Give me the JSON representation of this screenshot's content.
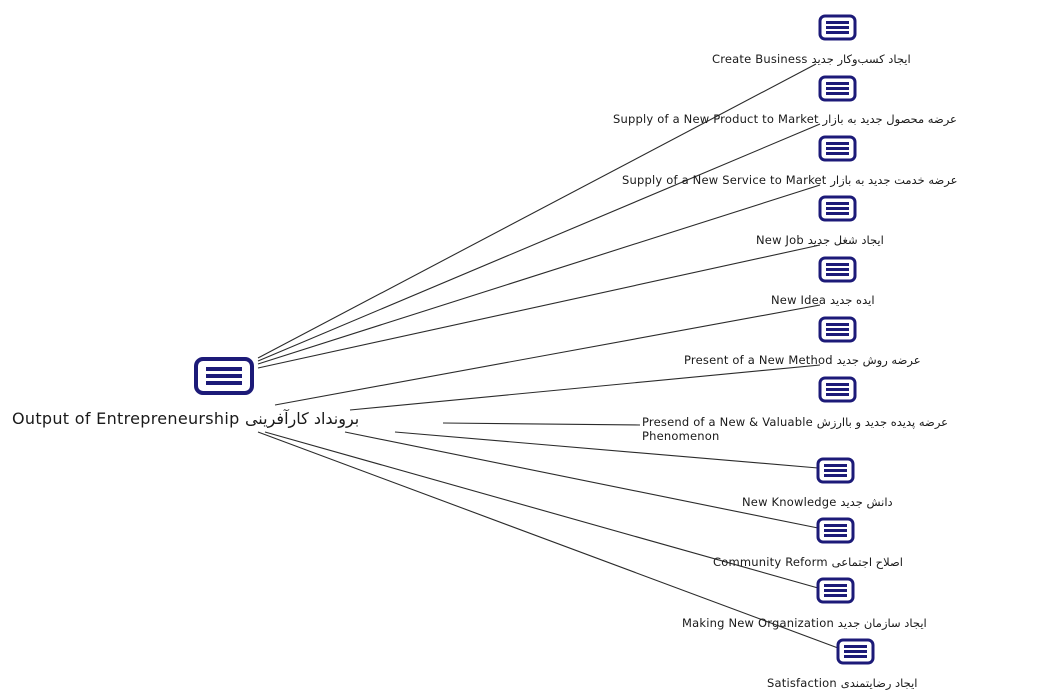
{
  "diagram": {
    "type": "mind-map",
    "accent_color": "#1c1a78",
    "edge_color": "#2b2b2b",
    "node_icon": "list-document-icon",
    "root": {
      "label": "Output of Entrepreneurship برونداد کارآفرینی"
    },
    "nodes": [
      {
        "id": "create-business",
        "label": "Create Business ایجاد کسب‌وکار جدید"
      },
      {
        "id": "new-product",
        "label": "Supply of a New Product to Market عرضه محصول جدید به بازار"
      },
      {
        "id": "new-service",
        "label": "Supply of a New Service to Market عرضه خدمت جدید به بازار"
      },
      {
        "id": "new-job",
        "label": "New Job ایجاد شغل جدید"
      },
      {
        "id": "new-idea",
        "label": "New Idea ایده جدید"
      },
      {
        "id": "new-method",
        "label": "Present of a New Method عرضه روش جدید"
      },
      {
        "id": "new-phenomenon",
        "label": "Presend of a New & Valuable عرضه پدیده جدید و باارزش",
        "label_line2": "Phenomenon"
      },
      {
        "id": "new-knowledge",
        "label": "New Knowledge دانش جدید"
      },
      {
        "id": "community-reform",
        "label": "Community Reform اصلاح اجتماعی"
      },
      {
        "id": "new-organization",
        "label": "Making New Organization ایجاد سازمان جدید"
      },
      {
        "id": "satisfaction",
        "label": "Satisfaction ایجاد رضایتمندی"
      }
    ]
  }
}
